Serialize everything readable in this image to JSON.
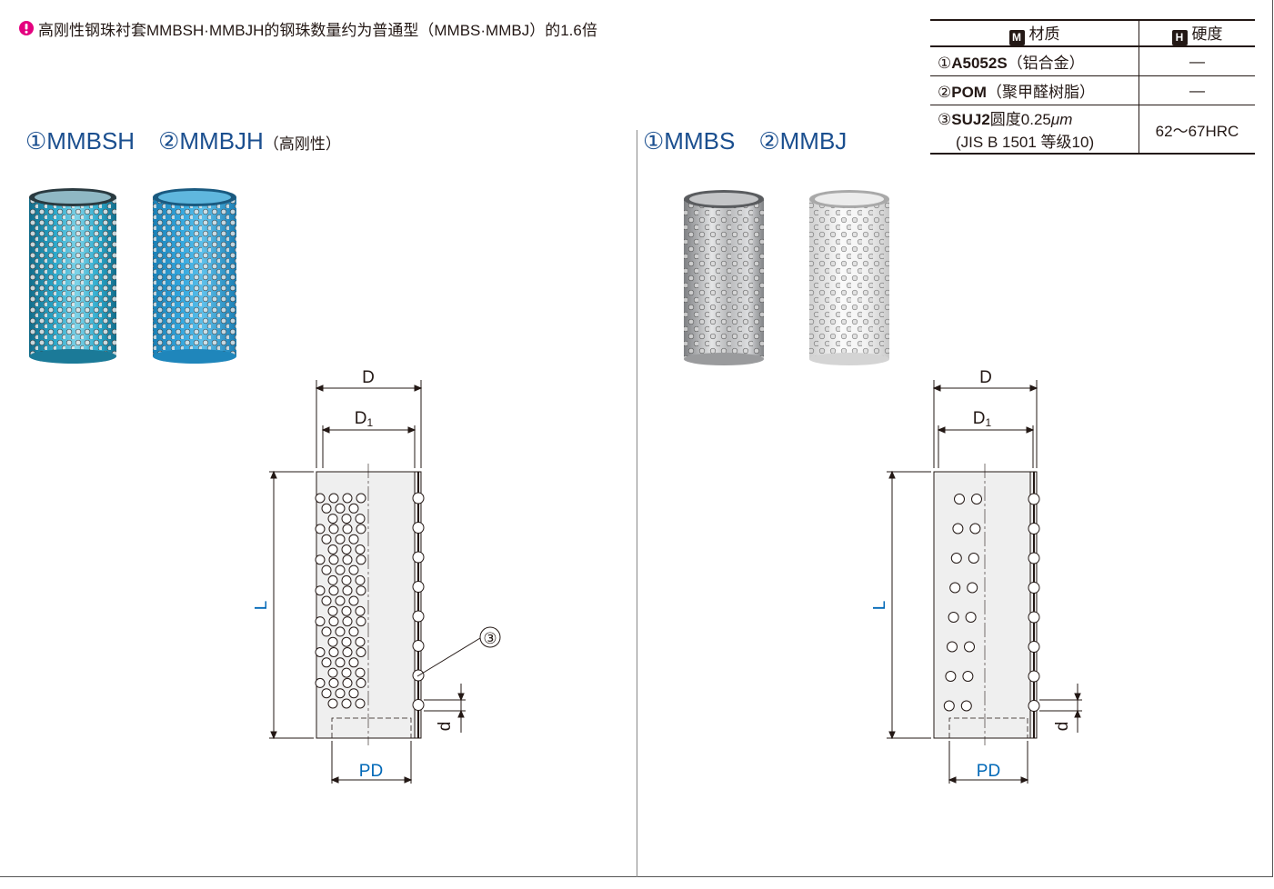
{
  "note": {
    "text": "高刚性钢珠衬套MMBSH·MMBJH的钢珠数量约为普通型（MMBS·MMBJ）的1.6倍",
    "icon": "info-pin-icon",
    "icon_color": "#e4007f"
  },
  "left_heading": {
    "item1": "①MMBSH",
    "item2": "②MMBJH",
    "suffix": "（高刚性）"
  },
  "right_heading": {
    "item1": "①MMBS",
    "item2": "②MMBJ"
  },
  "spec_table": {
    "header": {
      "material_icon": "M",
      "material_label": "材质",
      "hardness_icon": "H",
      "hardness_label": "硬度"
    },
    "rows": [
      {
        "num": "①",
        "code": "A5052S",
        "desc": "（铝合金）",
        "hardness": "—"
      },
      {
        "num": "②",
        "code": "POM",
        "desc": "（聚甲醛树脂）",
        "hardness": "—"
      },
      {
        "num": "③",
        "code": "SUJ2",
        "desc": "圆度0.25",
        "unit": "μm",
        "line2": "(JIS B 1501 等级10)",
        "hardness": "62～67HRC"
      }
    ]
  },
  "diagram_labels": {
    "outer_dia": "D",
    "inner_dia": "D",
    "inner_dia_sub": "1",
    "length": "L",
    "pitch_dia": "PD",
    "ball_dia": "d",
    "ball_callout": "③"
  },
  "colors": {
    "heading_blue": "#1b4f8f",
    "dimension_blue": "#0068b7",
    "anodized_blue": "#2ba9cc",
    "pom_blue": "#2ea6d9",
    "steel": "#b7b8ba",
    "pom_white": "#f2f2f2"
  }
}
